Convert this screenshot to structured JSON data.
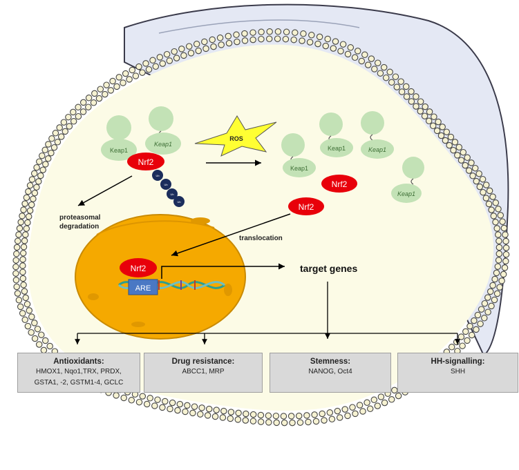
{
  "keap1_label": "Keap1",
  "nrf2_label": "Nrf2",
  "ub_label": "Ub",
  "ros_label": "ROS",
  "proteasomal_line1": "proteasomal",
  "proteasomal_line2": "degradation",
  "translocation_label": "translocation",
  "are_label": "ARE",
  "target_genes_label": "target genes",
  "boxes": [
    {
      "title": "Antioxidants:",
      "lines": [
        "HMOX1, Nqo1,TRX, PRDX,",
        "GSTA1, -2, GSTM1-4, GCLC"
      ]
    },
    {
      "title": "Drug resistance:",
      "lines": [
        "ABCC1, MRP"
      ]
    },
    {
      "title": "Stemness:",
      "lines": [
        "NANOG, Oct4"
      ]
    },
    {
      "title": "HH-signalling:",
      "lines": [
        "SHH"
      ]
    }
  ],
  "colors": {
    "cytoplasm": "#fcfbe6",
    "membrane_bead": "#f6f2d2",
    "outer_cell": "#e4e8f4",
    "nucleus": "#f5a900",
    "keap1": "#c3e2b6",
    "nrf2": "#e8000a",
    "ub": "#1b2d5c",
    "ros": "#ffff33",
    "are": "#4a78c4",
    "box": "#d9d9d9"
  }
}
